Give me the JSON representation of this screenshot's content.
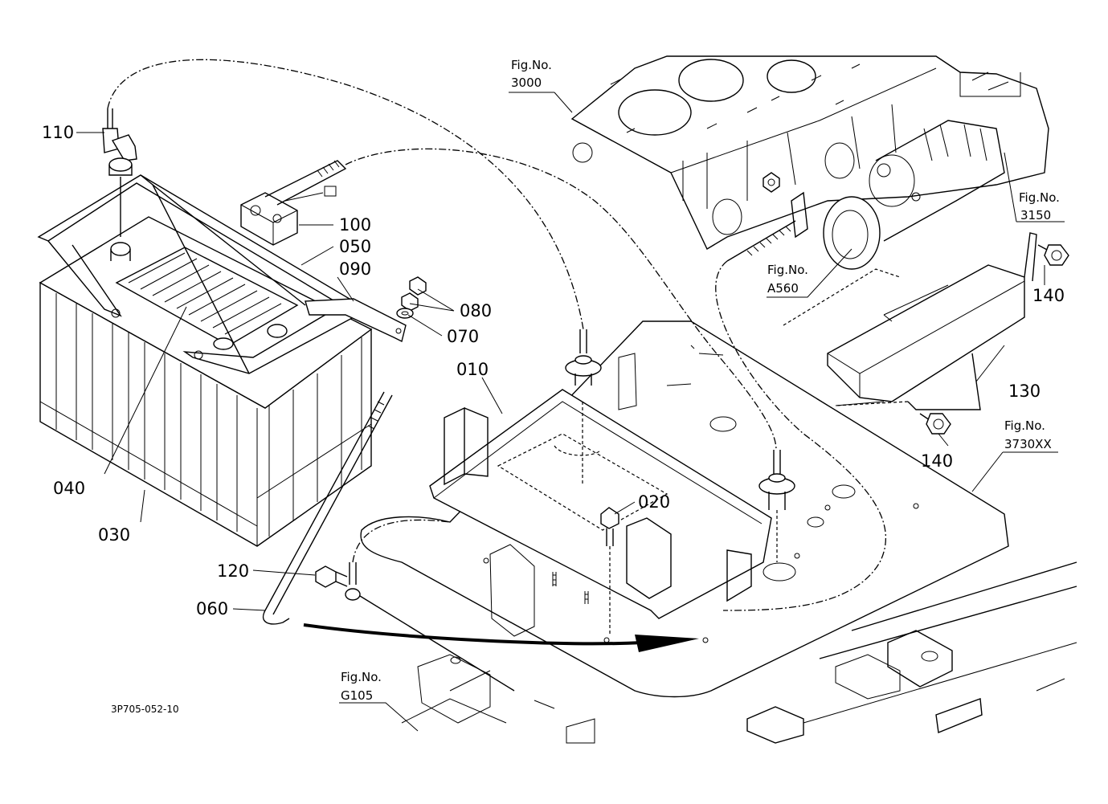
{
  "drawing_code": "3P705-052-10",
  "part_labels": {
    "p010": "010",
    "p020": "020",
    "p030": "030",
    "p040": "040",
    "p050": "050",
    "p060": "060",
    "p070": "070",
    "p080": "080",
    "p090": "090",
    "p100": "100",
    "p110": "110",
    "p120": "120",
    "p130": "130",
    "p140a": "140",
    "p140b": "140"
  },
  "figure_refs": {
    "f3000": {
      "title": "Fig.No.",
      "number": "3000"
    },
    "f3150": {
      "title": "Fig.No.",
      "number": "3150"
    },
    "fA560": {
      "title": "Fig.No.",
      "number": "A560"
    },
    "f3730": {
      "title": "Fig.No.",
      "number": "3730XX"
    },
    "fG105": {
      "title": "Fig.No.",
      "number": "G105"
    }
  }
}
